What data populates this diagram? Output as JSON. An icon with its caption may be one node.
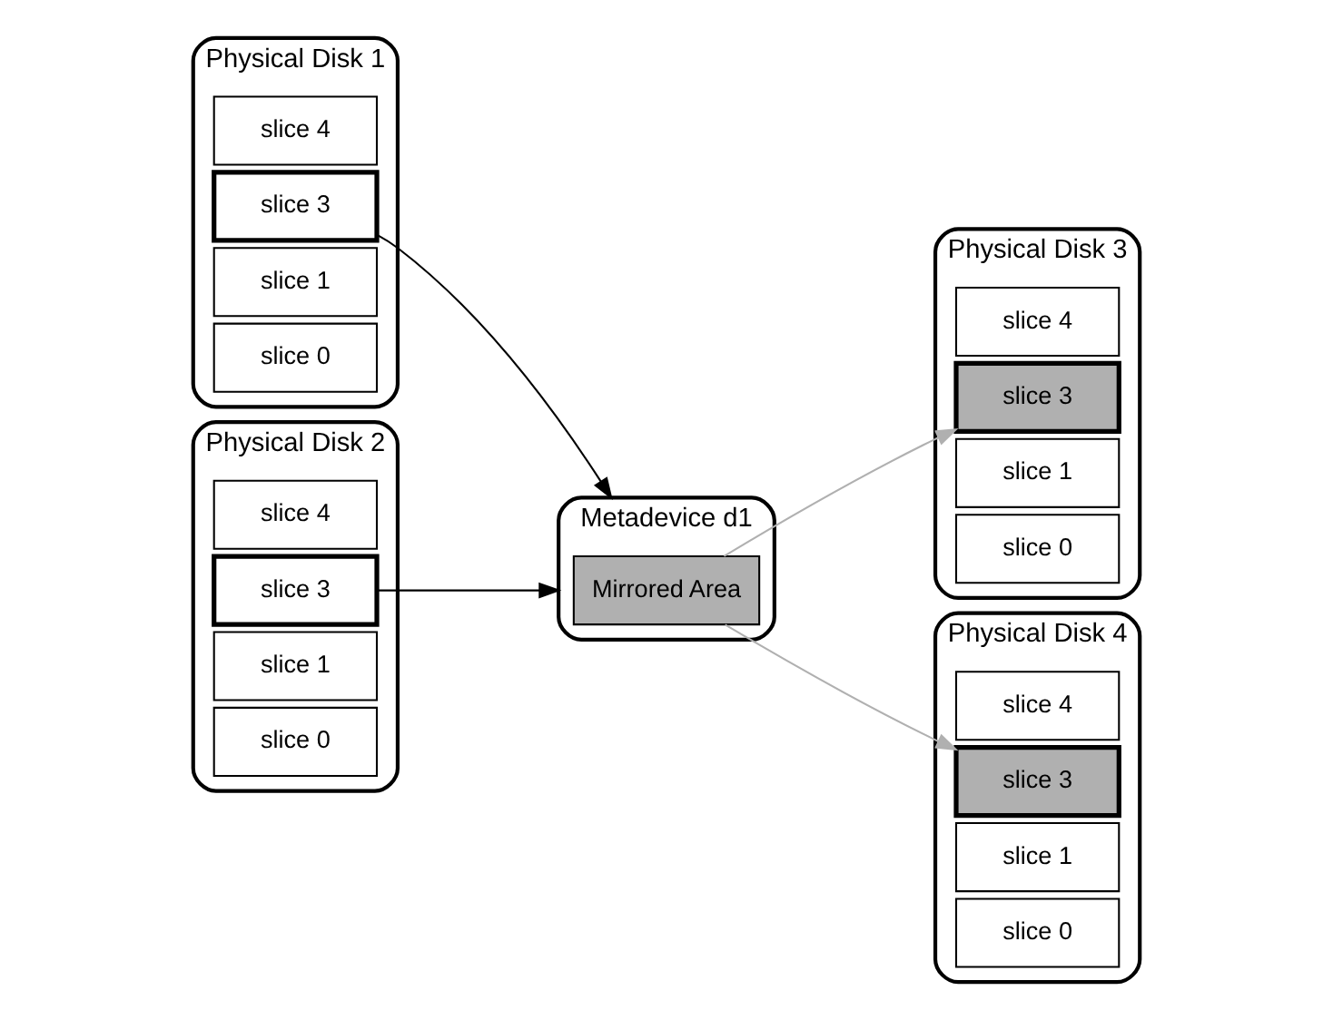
{
  "diagram": {
    "nodes": [
      {
        "text": [
          "Physical Disk 1"
        ]
      },
      {
        "text": [
          "slice 0"
        ],
        "in": 0
      },
      {
        "text": [
          "slice 1"
        ],
        "in": 0
      },
      {
        "text": [
          "slice 3"
        ],
        "in": 0
      },
      {
        "text": [
          "slice 4"
        ],
        "in": 0
      },
      {
        "text": [
          "Metadevice d1"
        ]
      },
      {
        "text": [
          "Mirrored Area"
        ],
        "in": 5
      },
      {
        "text": [
          "Physical Disk 3"
        ]
      },
      {
        "text": [
          "slice 0"
        ],
        "in": 7
      },
      {
        "text": [
          "slice 1"
        ],
        "in": 7
      },
      {
        "text": [
          "slice 3"
        ],
        "in": 7
      },
      {
        "text": [
          "slice 4"
        ],
        "in": 7
      },
      {
        "text": [
          "Physical Disk 2"
        ]
      },
      {
        "text": [
          "slice 0"
        ],
        "in": 12
      },
      {
        "text": [
          "slice 1"
        ],
        "in": 12
      },
      {
        "text": [
          "slice 3"
        ],
        "in": 12
      },
      {
        "text": [
          "slice 4"
        ],
        "in": 12
      },
      {
        "text": [
          "Physical Disk 4"
        ]
      },
      {
        "text": [
          "slice 0"
        ],
        "in": 17
      },
      {
        "text": [
          "slice 1"
        ],
        "in": 17
      },
      {
        "text": [
          "slice 3"
        ],
        "in": 17
      },
      {
        "text": [
          "slice 4"
        ],
        "in": 17
      }
    ],
    "edges": [
      {
        "from": 3,
        "to": 5,
        "arrow": "to"
      },
      {
        "from": 15,
        "to": 5,
        "arrow": "to"
      },
      {
        "from": 6,
        "to": 10,
        "arrow": "to",
        "color": "#b0b0b0"
      },
      {
        "from": 6,
        "to": 20,
        "arrow": "to",
        "color": "#b0b0b0"
      }
    ]
  }
}
